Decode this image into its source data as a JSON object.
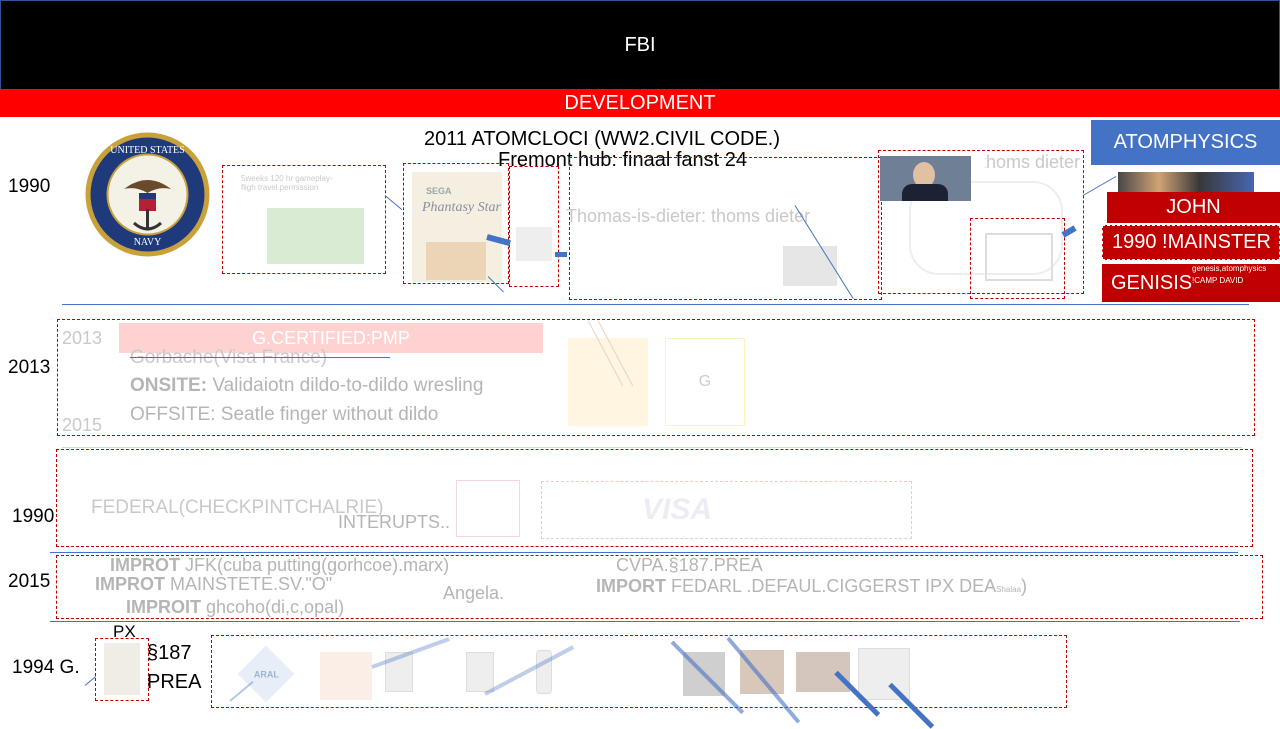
{
  "header": {
    "title": "FBI",
    "subtitle": "DEVELOPMENT"
  },
  "years": {
    "row1": "1990",
    "row2": "2013",
    "row3": "1990",
    "row4": "2015",
    "row5": "1994 G."
  },
  "row1": {
    "heading": "2011 ATOMCLOCI (WW2.CIVIL CODE.)",
    "overlap_heading": "Fremont hub: finaal fanst 24",
    "ghost_line1": "Thomas-is-dieter:  thoms dieter",
    "ghost_line2": "thoms dieter",
    "card_text": "5weeks 120 hr gameplay-\nfligh travel permission",
    "game_title_brand": "SEGA",
    "game_title": "Phantasy Star"
  },
  "side_panel": {
    "atomphysics": "ATOMPHYSICS",
    "john": "JOHN",
    "mainster": "1990 !MAINSTER",
    "genisis": "GENISIS",
    "small1": "genesis,atomphysics",
    "small2": "!CAMP DAVID"
  },
  "row2": {
    "banner": "G.CERTIFIED:PMP",
    "year_a": "2013",
    "year_b": "2015",
    "line1": "Gorbache(Visa France)",
    "onsite_label": "ONSITE:",
    "onsite_text": " Validaiotn  dildo-to-dildo wresling",
    "offsite_text": "OFFSITE: Seatle finger without dildo",
    "tile_letter": "G"
  },
  "row3": {
    "federal": "FEDERAL(CHECKPINTCHALRIE)",
    "interupts": "INTERUPTS..",
    "visa": "VISA"
  },
  "row4": {
    "line1_label": "IMPROT",
    "line1_text": " JFK(cuba putting(gorhcoe).marx)",
    "line2_label": "IMPROT",
    "line2_text": " MAINSTETE.SV.\"O\"",
    "line3_label": "IMPROIT",
    "line3_text": " ghcoho(di,c,opal)",
    "cvpa": "CVPA.§187.PREA",
    "angela": "Angela.",
    "import_label": "IMPORT",
    "import_text": " FEDARL .DEFAUL.CIGGERST   IPX DEA",
    "import_small": "Shaiaa",
    "import_close": ")"
  },
  "row5": {
    "px": "PX",
    "s187": "§187",
    "prea": "PREA",
    "aral": "ARAL"
  },
  "colors": {
    "accent_red": "#ff0000",
    "dark_red": "#c00000",
    "blue": "#4472c4",
    "black": "#000000"
  }
}
